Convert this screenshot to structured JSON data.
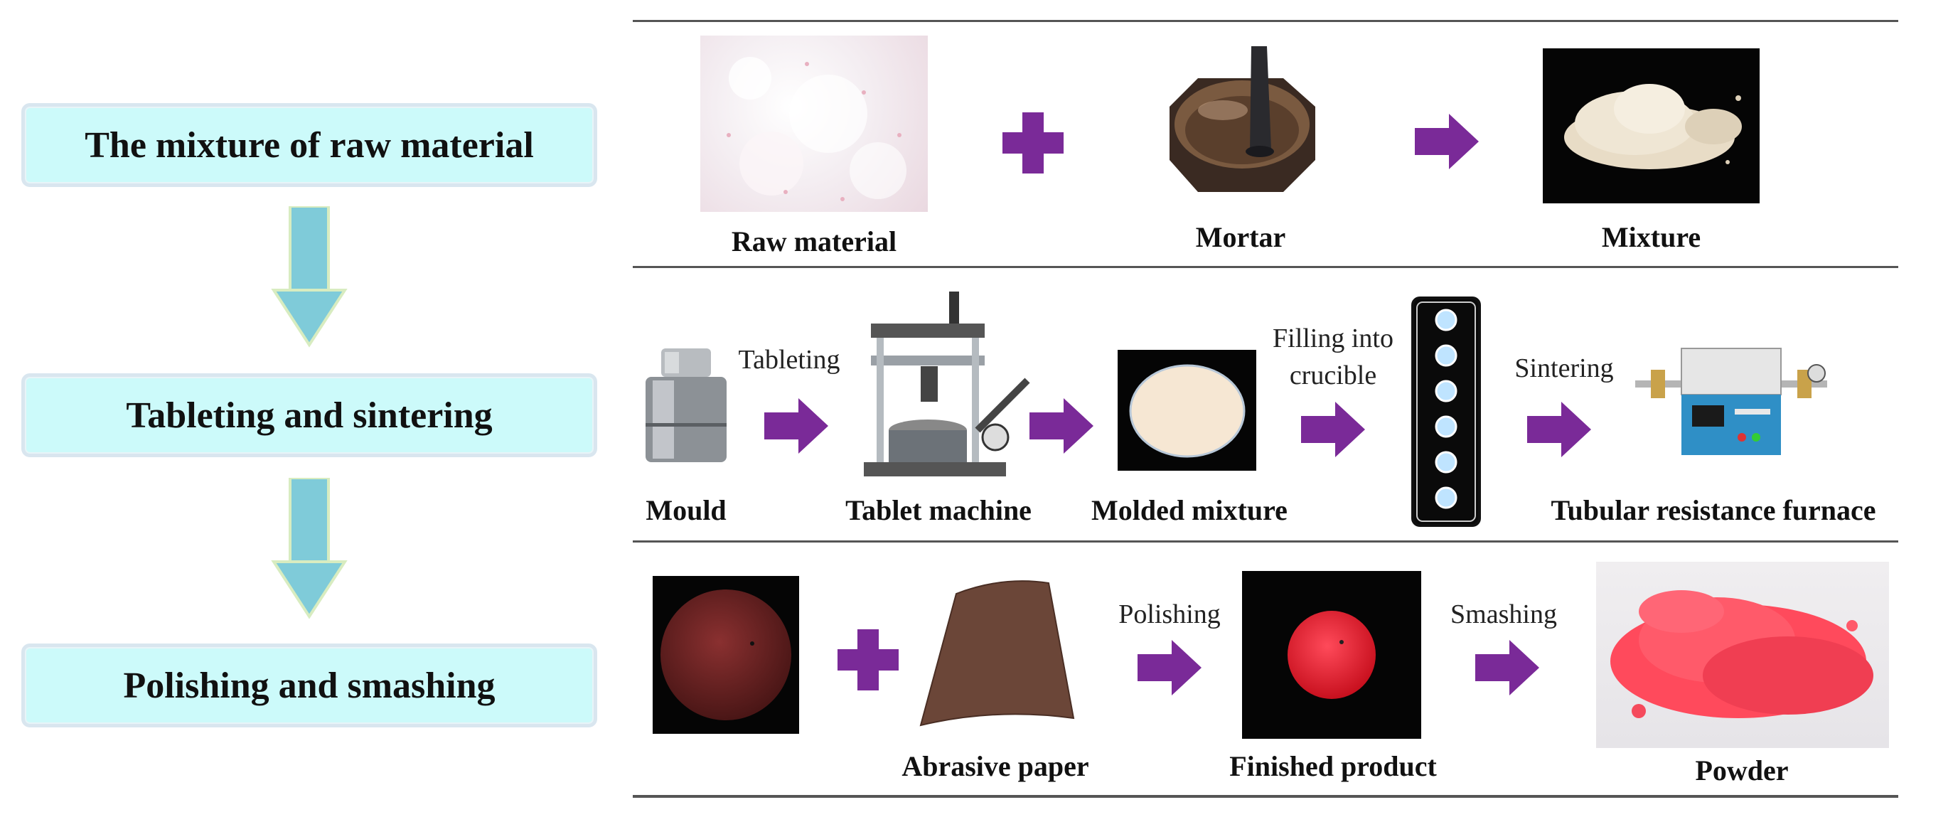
{
  "steps": [
    {
      "label": "The mixture of raw material"
    },
    {
      "label": "Tableting and sintering"
    },
    {
      "label": "Polishing and smashing"
    }
  ],
  "row1": {
    "raw_material": "Raw material",
    "mortar": "Mortar",
    "mixture": "Mixture"
  },
  "row2": {
    "mould": "Mould",
    "tableting": "Tableting",
    "tablet_machine": "Tablet  machine",
    "molded_mixture": "Molded mixture",
    "filling_line1": "Filling into",
    "filling_line2": "crucible",
    "sintering": "Sintering",
    "furnace": "Tubular resistance furnace"
  },
  "row3": {
    "abrasive_paper": "Abrasive paper",
    "polishing": "Polishing",
    "finished_product": "Finished product",
    "smashing": "Smashing",
    "powder": "Powder"
  },
  "colors": {
    "arrow_purple": "#7a2a98",
    "step_fill": "#ccfafa",
    "down_arrow": "#7fcbd9"
  },
  "icons": [
    "plus-icon",
    "right-arrow-icon",
    "down-arrow-icon"
  ]
}
